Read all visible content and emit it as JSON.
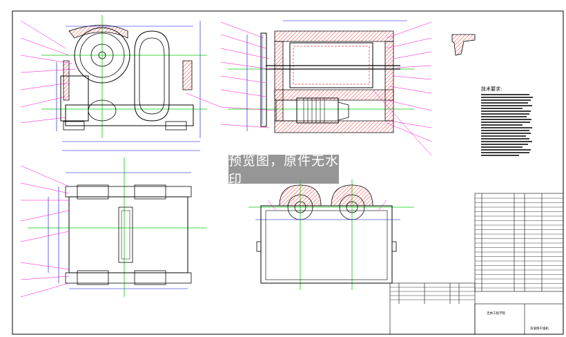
{
  "watermark": "预览图，原件无水印",
  "notes": {
    "title": "技术要求:"
  },
  "title_block": {
    "school": "吉林工程学院",
    "drawing_name": "双滚筒干燥机"
  },
  "colors": {
    "outline": "#000000",
    "center_line": "#00cc00",
    "dimension": "#0000ff",
    "leader": "#ff00cc",
    "hatch": "#ff3333",
    "watermark_bg": "#787878"
  }
}
